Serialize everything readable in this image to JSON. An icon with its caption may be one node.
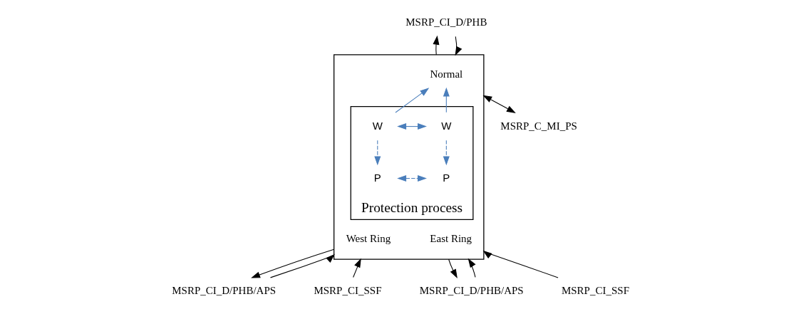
{
  "diagram": {
    "nodes": [
      {
        "text": [],
        "shape": "box"
      },
      {
        "text": [
          "Protection process"
        ],
        "in": 0
      },
      {
        "text": [
          "Normal"
        ],
        "in": 0
      },
      {
        "text": [
          "W"
        ],
        "in": 1
      },
      {
        "text": [
          "P"
        ],
        "in": 1
      },
      {
        "text": [
          "P"
        ],
        "in": 1
      },
      {
        "text": [
          "W"
        ],
        "in": 1
      },
      {
        "text": [
          "West Ring"
        ],
        "in": 0
      },
      {
        "text": [
          "East Ring"
        ],
        "in": 0
      },
      {
        "text": [
          "MSRP_CI_D/PHB"
        ]
      },
      {
        "text": [
          "MSRP_C_MI_PS"
        ]
      },
      {
        "text": [
          "MSRP_CI_D/PHB/APS"
        ]
      },
      {
        "text": [
          "MSRP_CI_SSF"
        ]
      },
      {
        "text": [
          "MSRP_CI_D/PHB/APS"
        ]
      },
      {
        "text": [
          "MSRP_CI_SSF"
        ]
      }
    ],
    "edges": [
      {
        "from": 3,
        "to": 2,
        "arrow": "to",
        "color": "#4a7ebb"
      },
      {
        "from": 6,
        "to": 2,
        "arrow": "to",
        "color": "#4a7ebb"
      },
      {
        "from": 3,
        "to": 6,
        "arrow": "both",
        "color": "#4a7ebb"
      },
      {
        "from": 3,
        "to": 4,
        "arrow": "to",
        "style": "dashed",
        "color": "#4a7ebb"
      },
      {
        "from": 4,
        "to": 5,
        "arrow": "both",
        "style": "dashed",
        "color": "#4a7ebb"
      },
      {
        "from": 6,
        "to": 5,
        "arrow": "to",
        "style": "dashed",
        "color": "#4a7ebb"
      },
      {
        "from": 0,
        "to": 9,
        "arrow": "to"
      },
      {
        "from": 9,
        "to": 0,
        "arrow": "to"
      },
      {
        "from": 10,
        "to": 0,
        "arrow": "both"
      },
      {
        "from": 0,
        "to": 11,
        "arrow": "to"
      },
      {
        "from": 11,
        "to": 0,
        "arrow": "to"
      },
      {
        "from": 12,
        "to": 0,
        "arrow": "to"
      },
      {
        "from": 0,
        "to": 13,
        "arrow": "to"
      },
      {
        "from": 13,
        "to": 0,
        "arrow": "to"
      },
      {
        "from": 14,
        "to": 0,
        "arrow": "to"
      }
    ]
  }
}
